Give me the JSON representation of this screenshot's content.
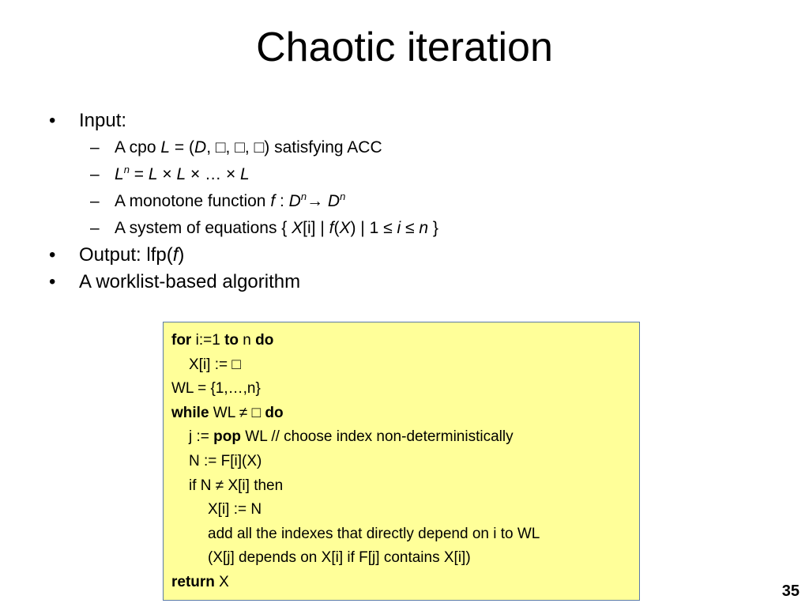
{
  "title": "Chaotic iteration",
  "bullets": {
    "input": {
      "label": "Input:",
      "items": [
        {
          "pre": "A cpo ",
          "L": "L",
          "eq": " = (",
          "D": "D",
          "rest": ", □, □, □) satisfying ACC"
        },
        {
          "L1": "L",
          "n": "n",
          "eq": " = ",
          "L2": "L",
          "times1": " × ",
          "L3": "L",
          "times2": " × … × ",
          "L4": "L"
        },
        {
          "pre": "A monotone function ",
          "f": "f",
          "colon": " : ",
          "D1": "D",
          "n1": "n",
          "arrow": "→ ",
          "D2": "D",
          "n2": "n"
        },
        {
          "pre": "A system of equations { ",
          "X": "X",
          "i1": "[i] | ",
          "f": "f",
          "p1": "(",
          "X2": "X",
          "p2": ") | 1 ≤ ",
          "i": "i",
          "le": " ≤ ",
          "n": "n",
          "close": " }"
        }
      ]
    },
    "output": {
      "pre": "Output: lfp(",
      "f": "f",
      "post": ")"
    },
    "worklist": "A worklist-based algorithm"
  },
  "code": {
    "line1": {
      "kw1": "for",
      "t1": " i:=1 ",
      "kw2": "to",
      "t2": " n ",
      "kw3": "do"
    },
    "line2": "X[i] := □",
    "line3": "WL = {1,…,n}",
    "line4": {
      "kw1": "while",
      "t1": " WL ≠ □ ",
      "kw2": "do"
    },
    "line5": {
      "t1": "j := ",
      "kw": "pop",
      "t2": " WL // choose index non-deterministically"
    },
    "line6": "N := F[i](X)",
    "line7": "if N ≠ X[i] then",
    "line8": "X[i] := N",
    "line9": "add all the indexes that directly depend on i to WL",
    "line10": "(X[j] depends on X[i] if F[j] contains X[i])",
    "line11": {
      "kw": "return",
      "t": " X"
    }
  },
  "page_number": "35"
}
